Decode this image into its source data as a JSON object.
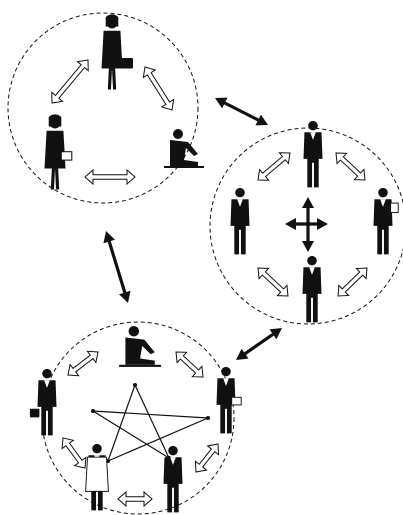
{
  "diagram": {
    "groups": [
      {
        "id": "top-left",
        "pattern": "triangle",
        "figures": [
          {
            "id": "woman-briefcase",
            "pose": "walking-with-briefcase"
          },
          {
            "id": "woman-folder",
            "pose": "standing-holding-folder"
          },
          {
            "id": "man-seated",
            "pose": "seated-at-desk"
          }
        ]
      },
      {
        "id": "right",
        "pattern": "four-way-cross",
        "figures": [
          {
            "id": "businessman-top",
            "pose": "standing"
          },
          {
            "id": "businessman-left",
            "pose": "standing"
          },
          {
            "id": "businessman-right",
            "pose": "standing-reading"
          },
          {
            "id": "businessman-bottom",
            "pose": "standing"
          }
        ]
      },
      {
        "id": "bottom",
        "pattern": "pentagram",
        "figures": [
          {
            "id": "man-phone-chair",
            "pose": "seated-on-phone"
          },
          {
            "id": "man-briefcase",
            "pose": "standing-with-briefcase"
          },
          {
            "id": "man-folder",
            "pose": "standing-holding-folder"
          },
          {
            "id": "man-labcoat",
            "pose": "standing-lab-coat"
          },
          {
            "id": "man-suit",
            "pose": "standing"
          }
        ]
      }
    ],
    "links": [
      {
        "from": "top-left",
        "to": "right",
        "direction": "both"
      },
      {
        "from": "top-left",
        "to": "bottom",
        "direction": "both"
      },
      {
        "from": "right",
        "to": "bottom",
        "direction": "both"
      }
    ],
    "colors": {
      "ink": "#111111",
      "paper": "#ffffff",
      "hollow_arrow_fill": "#ffffff"
    }
  }
}
